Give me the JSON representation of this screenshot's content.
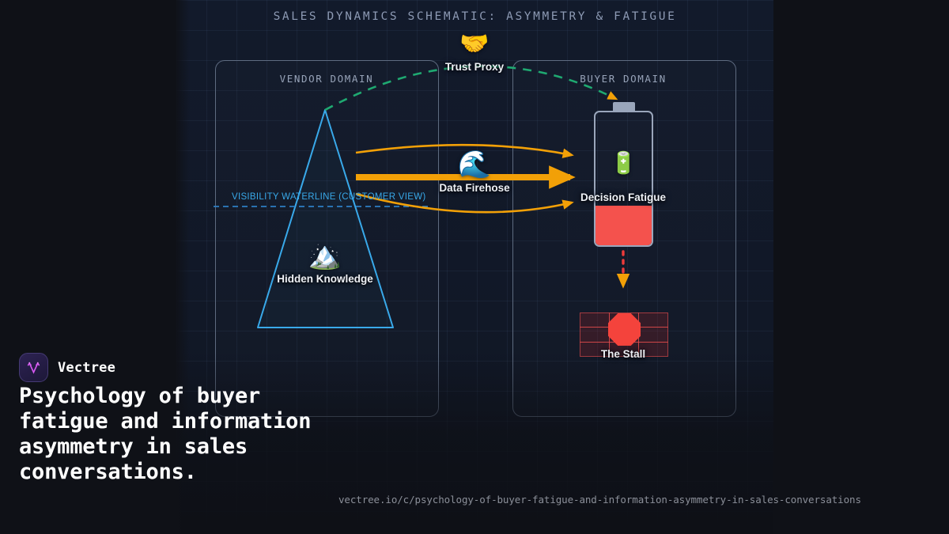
{
  "diagram": {
    "title": "SALES DYNAMICS SCHEMATIC: ASYMMETRY & FATIGUE",
    "panels": [
      {
        "id": "vendor",
        "label": "VENDOR DOMAIN"
      },
      {
        "id": "buyer",
        "label": "BUYER DOMAIN"
      }
    ],
    "nodes": {
      "trust_proxy": {
        "label": "Trust Proxy",
        "icon": "handshake-icon",
        "glyph": "🤝"
      },
      "data_firehose": {
        "label": "Data Firehose",
        "icon": "wave-icon",
        "glyph": "🌊"
      },
      "hidden_knowledge": {
        "label": "Hidden Knowledge",
        "icon": "snow-mountain-icon",
        "glyph": "🏔️"
      },
      "decision_fatigue": {
        "label": "Decision Fatigue",
        "icon": "battery-icon",
        "glyph": "🔋"
      },
      "the_stall": {
        "label": "The Stall",
        "icon": "stop-sign-icon"
      }
    },
    "waterline_label": "VISIBILITY WATERLINE (CUSTOMER VIEW)",
    "colors": {
      "accent_orange": "#f2a007",
      "accent_blue": "#39a9ea",
      "accent_green": "#1fa971",
      "accent_red": "#f4524d",
      "panel_border": "#5e6b80",
      "title_text": "#8d9ab4"
    }
  },
  "branding": {
    "name": "Vectree",
    "logo_icon": "vectree-v-tree-logo",
    "headline": "Psychology of buyer fatigue and information asymmetry in sales conversations.",
    "url": "vectree.io/c/psychology-of-buyer-fatigue-and-information-asymmetry-in-sales-conversations"
  }
}
